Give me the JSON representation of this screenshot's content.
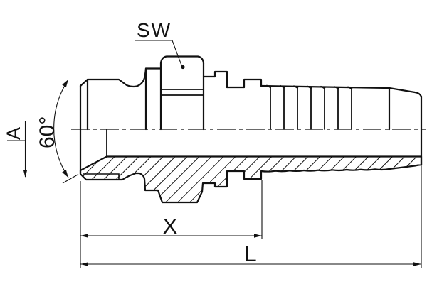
{
  "drawing": {
    "labels": {
      "wrench_size": "SW",
      "thread_dim": "A",
      "cone_angle": "60°",
      "cutoff_length": "X",
      "overall_length": "L"
    },
    "colors": {
      "line": "#111111",
      "background": "#ffffff"
    }
  }
}
